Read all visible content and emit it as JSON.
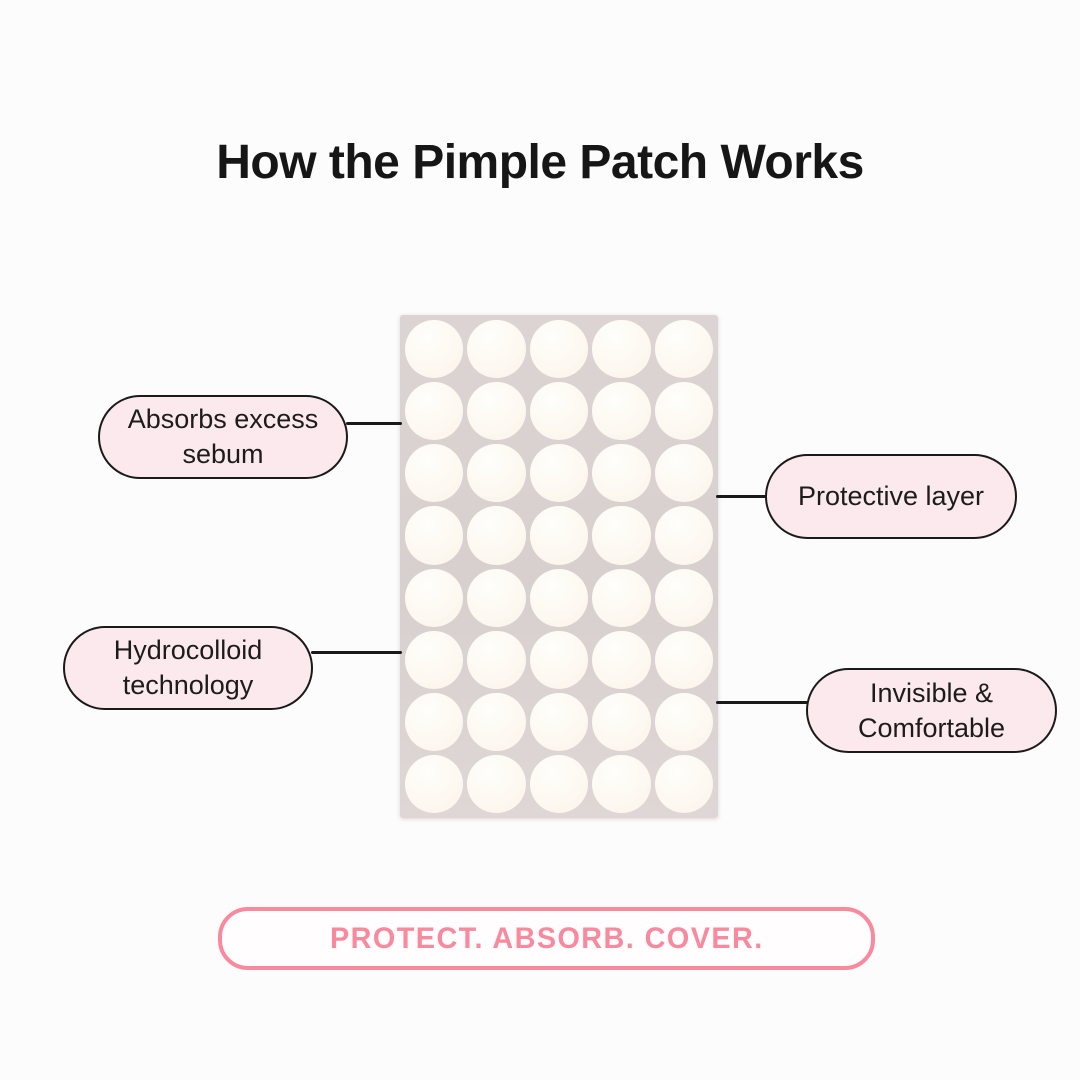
{
  "title": {
    "text": "How the Pimple Patch Works"
  },
  "patch_sheet": {
    "rows": 8,
    "cols": 5,
    "description": "sheet of round hydrocolloid pimple patches"
  },
  "callouts": [
    {
      "id": "absorbs-excess-sebum",
      "text": "Absorbs excess\nsebum",
      "side": "left"
    },
    {
      "id": "protective-layer",
      "text": "Protective layer",
      "side": "right"
    },
    {
      "id": "hydrocolloid-technology",
      "text": "Hydrocolloid\ntechnology",
      "side": "left"
    },
    {
      "id": "invisible-comfortable",
      "text": "Invisible &\nComfortable",
      "side": "right"
    }
  ],
  "banner": {
    "text": "PROTECT. ABSORB. COVER."
  },
  "theme": {
    "background": "#fcfcfc",
    "title_color": "#161616",
    "text_color": "#1c1c1c",
    "bubble_fill": "#fce9ed",
    "bubble_border": "#1a1a1a",
    "line_color": "#1a1a1a",
    "sheet_color": "#dcd4d2",
    "dot_color": "#fdf8f0",
    "banner_pink": "#f9899d",
    "banner_bg": "#fffdfe"
  }
}
